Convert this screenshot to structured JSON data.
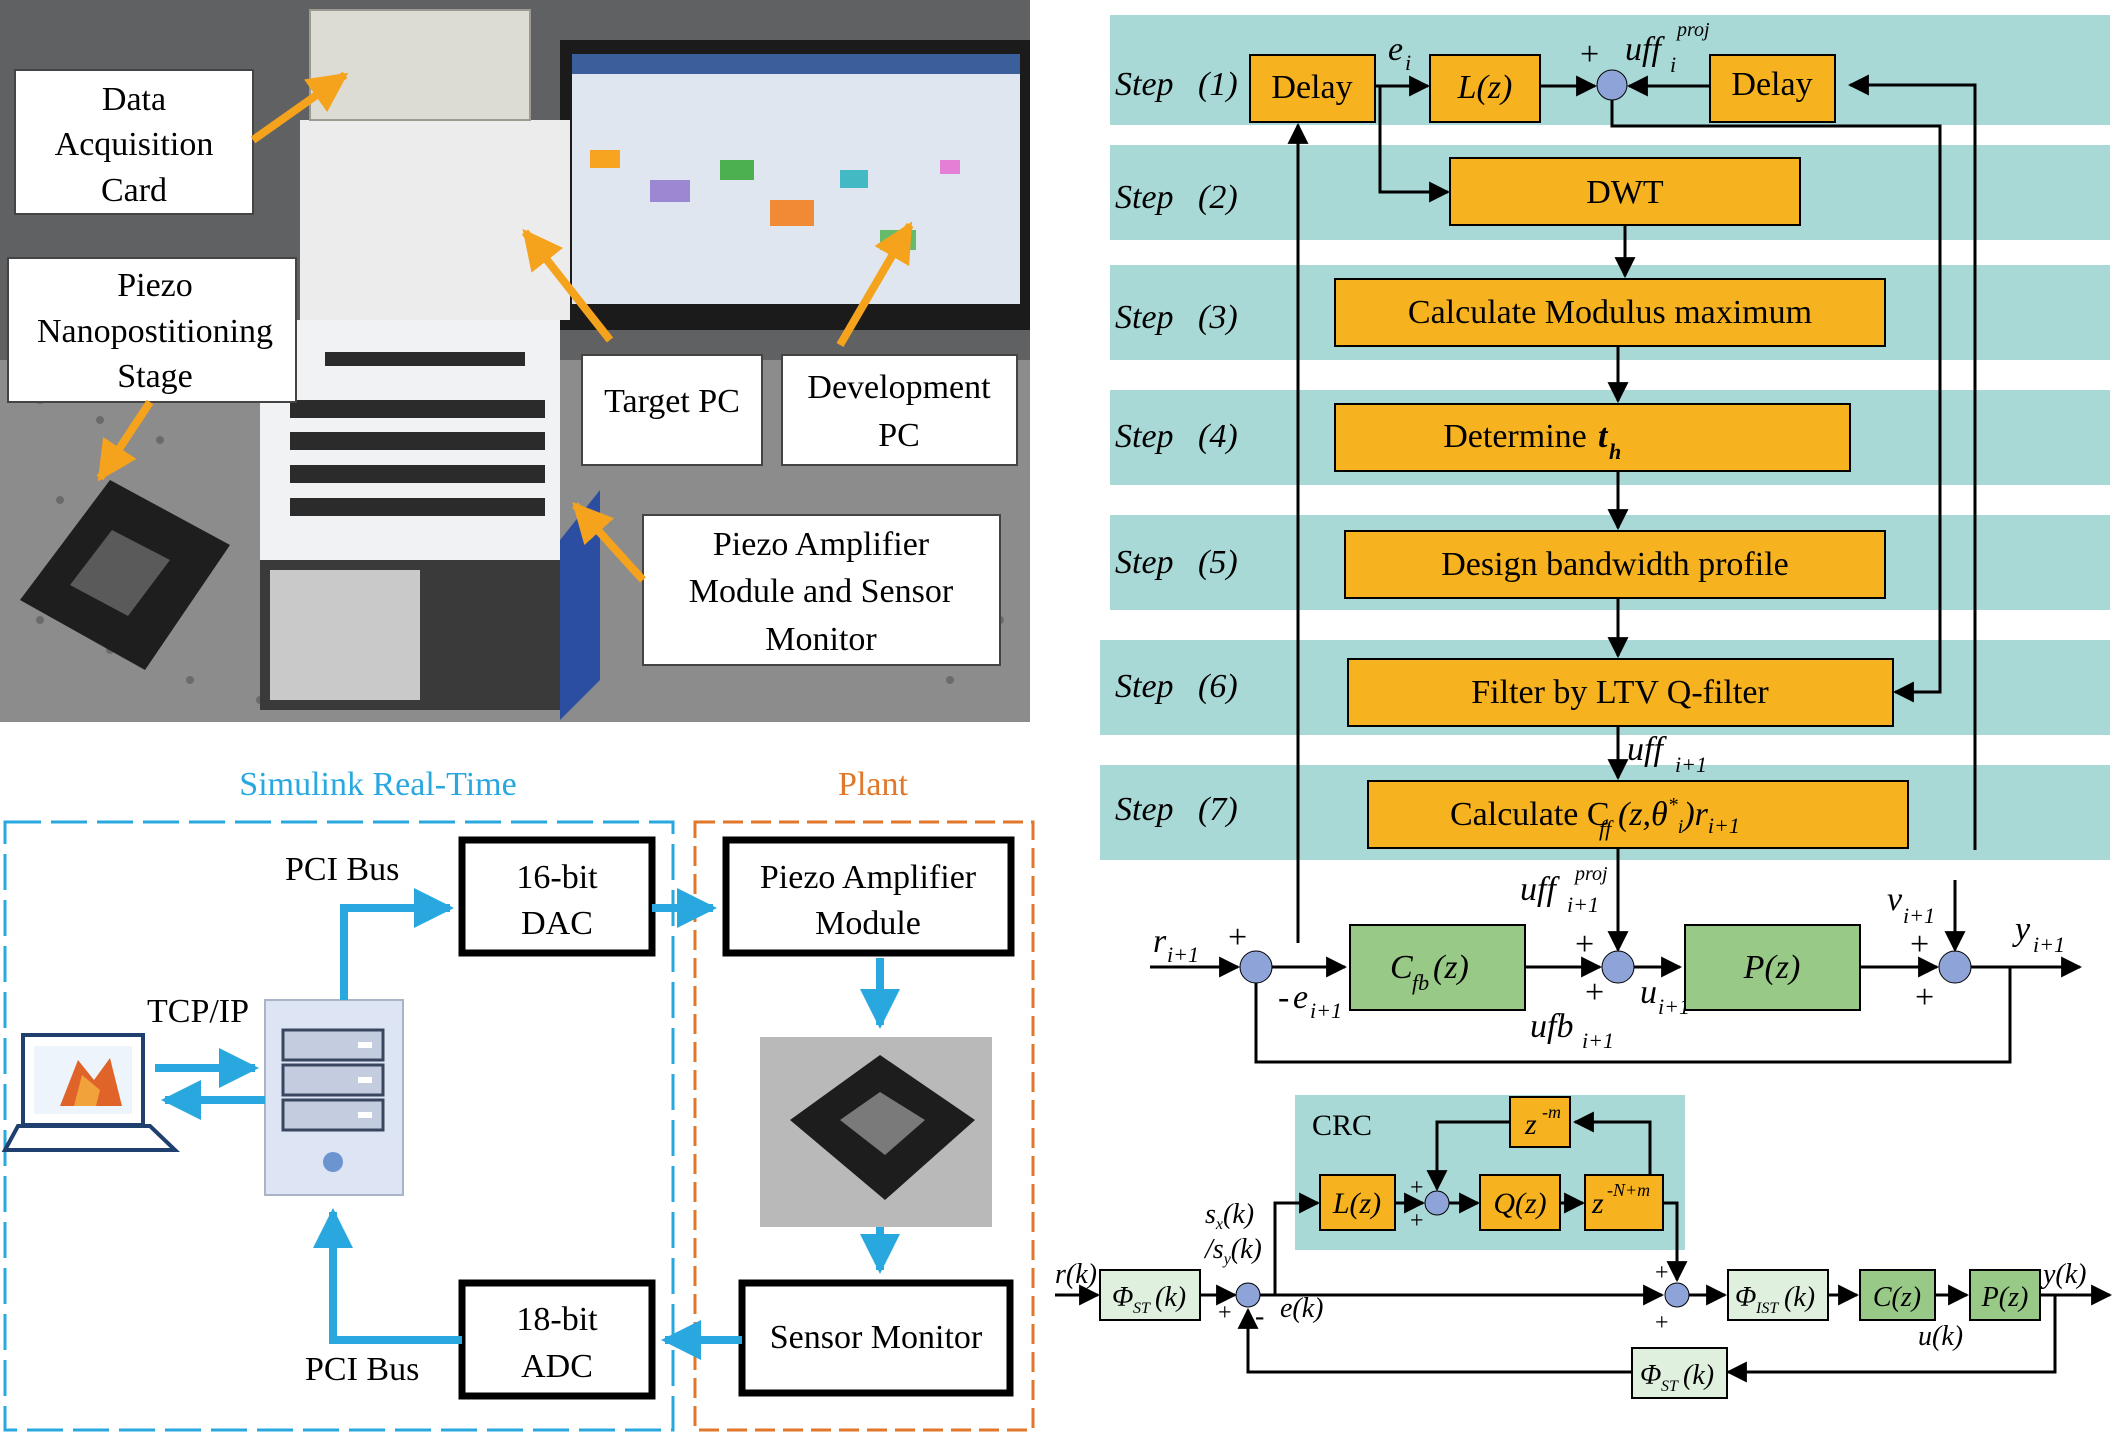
{
  "photo": {
    "callouts": {
      "daq": [
        "Data",
        "Acquisition",
        "Card"
      ],
      "stage": [
        "Piezo",
        "Nanopostitioning",
        "Stage"
      ],
      "target": "Target PC",
      "dev": [
        "Development",
        "PC"
      ],
      "amp": [
        "Piezo Amplifier",
        "Module and Sensor",
        "Monitor"
      ]
    }
  },
  "system": {
    "srt_title": "Simulink Real-Time",
    "plant_title": "Plant",
    "pci_top": "PCI Bus",
    "pci_bottom": "PCI Bus",
    "tcpip": "TCP/IP",
    "dac": [
      "16-bit",
      "DAC"
    ],
    "adc": [
      "18-bit",
      "ADC"
    ],
    "amp": [
      "Piezo Amplifier",
      "Module"
    ],
    "sensor": "Sensor Monitor"
  },
  "ilc": {
    "steps": [
      {
        "word": "Step",
        "num": "(1)"
      },
      {
        "word": "Step",
        "num": "(2)"
      },
      {
        "word": "Step",
        "num": "(3)"
      },
      {
        "word": "Step",
        "num": "(4)"
      },
      {
        "word": "Step",
        "num": "(5)"
      },
      {
        "word": "Step",
        "num": "(6)"
      },
      {
        "word": "Step",
        "num": "(7)"
      }
    ],
    "delay1": "Delay",
    "delay2": "Delay",
    "lz": "L(z)",
    "dwt": "DWT",
    "modmax": "Calculate Modulus maximum",
    "determine": "Determine",
    "th_main": "t",
    "th_sub": "h",
    "bandwidth": "Design bandwidth profile",
    "qfilter": "Filter by LTV Q-filter",
    "calc_cff": "Calculate C",
    "cfb": "C",
    "pz": "P(z)",
    "sig": {
      "e_i": "e",
      "i": "i",
      "uff": "uff",
      "proj": "proj",
      "i1": "i+1",
      "r": "r",
      "e": "e",
      "ufb": "ufb",
      "u": "u",
      "v": "v",
      "y": "y",
      "plus": "+",
      "minus": "-"
    }
  },
  "crc": {
    "title": "CRC",
    "zm": "z",
    "zm_sup": "-m",
    "lz": "L(z)",
    "qz": "Q(z)",
    "zn": "z",
    "zn_sup": "-N+m",
    "phi_st": "Φ",
    "st": "ST",
    "ist": "IST",
    "k": "(k)",
    "cz": "C(z)",
    "pz": "P(z)",
    "sx": "s",
    "sy": "/s",
    "xsub": "x",
    "ysub": "y",
    "r": "r(k)",
    "e": "e(k)",
    "y": "y(k)",
    "u": "u(k)",
    "plus": "+",
    "minus": "-"
  },
  "colors": {
    "teal": "#a8d9d6",
    "orange": "#f6b21f",
    "green": "#98c986",
    "lightgreen": "#dff0df",
    "node": "#8ea4d8",
    "blue": "#29a8e0",
    "plant": "#e0772a",
    "callout_arrow": "#f5a21d"
  }
}
